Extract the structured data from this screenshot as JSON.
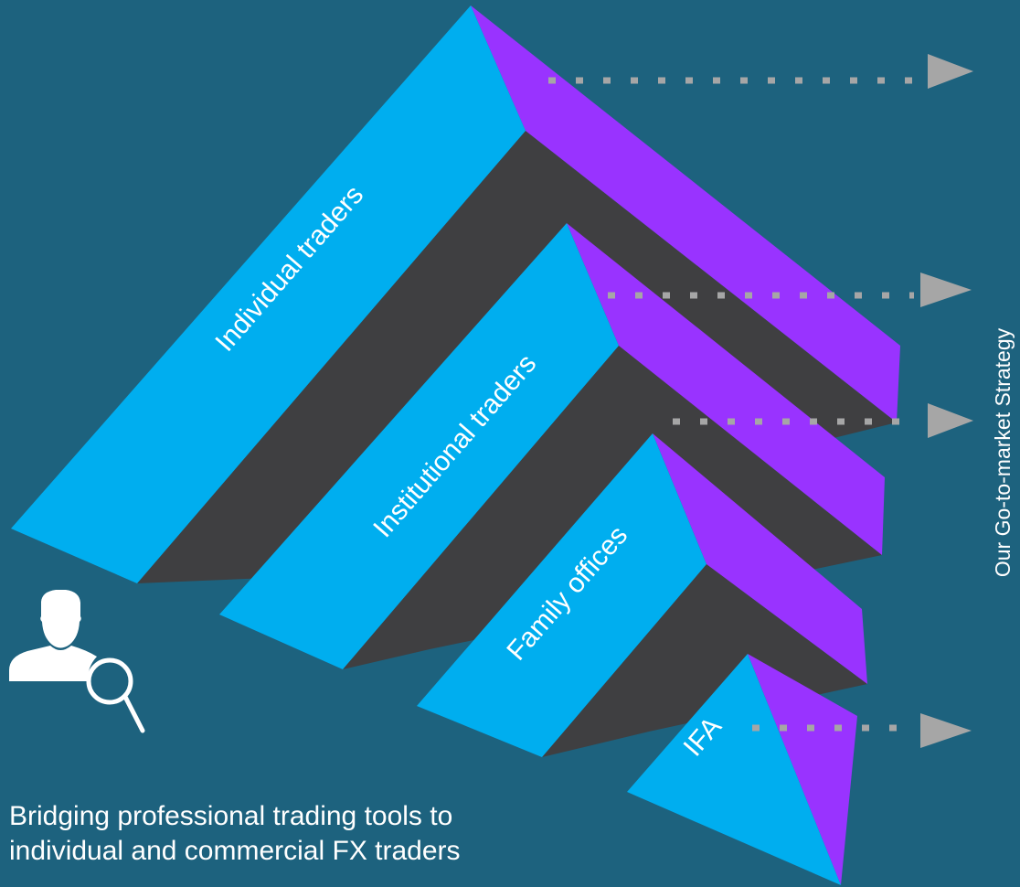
{
  "diagram": {
    "side_title": "Our Go-to-market Strategy",
    "caption": "Bridging professional trading tools to individual and commercial FX traders",
    "icon": "user-search-icon",
    "tiers": [
      {
        "label": "Individual traders"
      },
      {
        "label": "Institutional traders"
      },
      {
        "label": "Family offices"
      },
      {
        "label": "IFA"
      }
    ]
  },
  "colors": {
    "background": "#1d627e",
    "front_face": "#00aeef",
    "top_face": "#9933ff",
    "side_face": "#3f3f41",
    "arrow": "#a6a6a6",
    "text": "#ffffff"
  }
}
